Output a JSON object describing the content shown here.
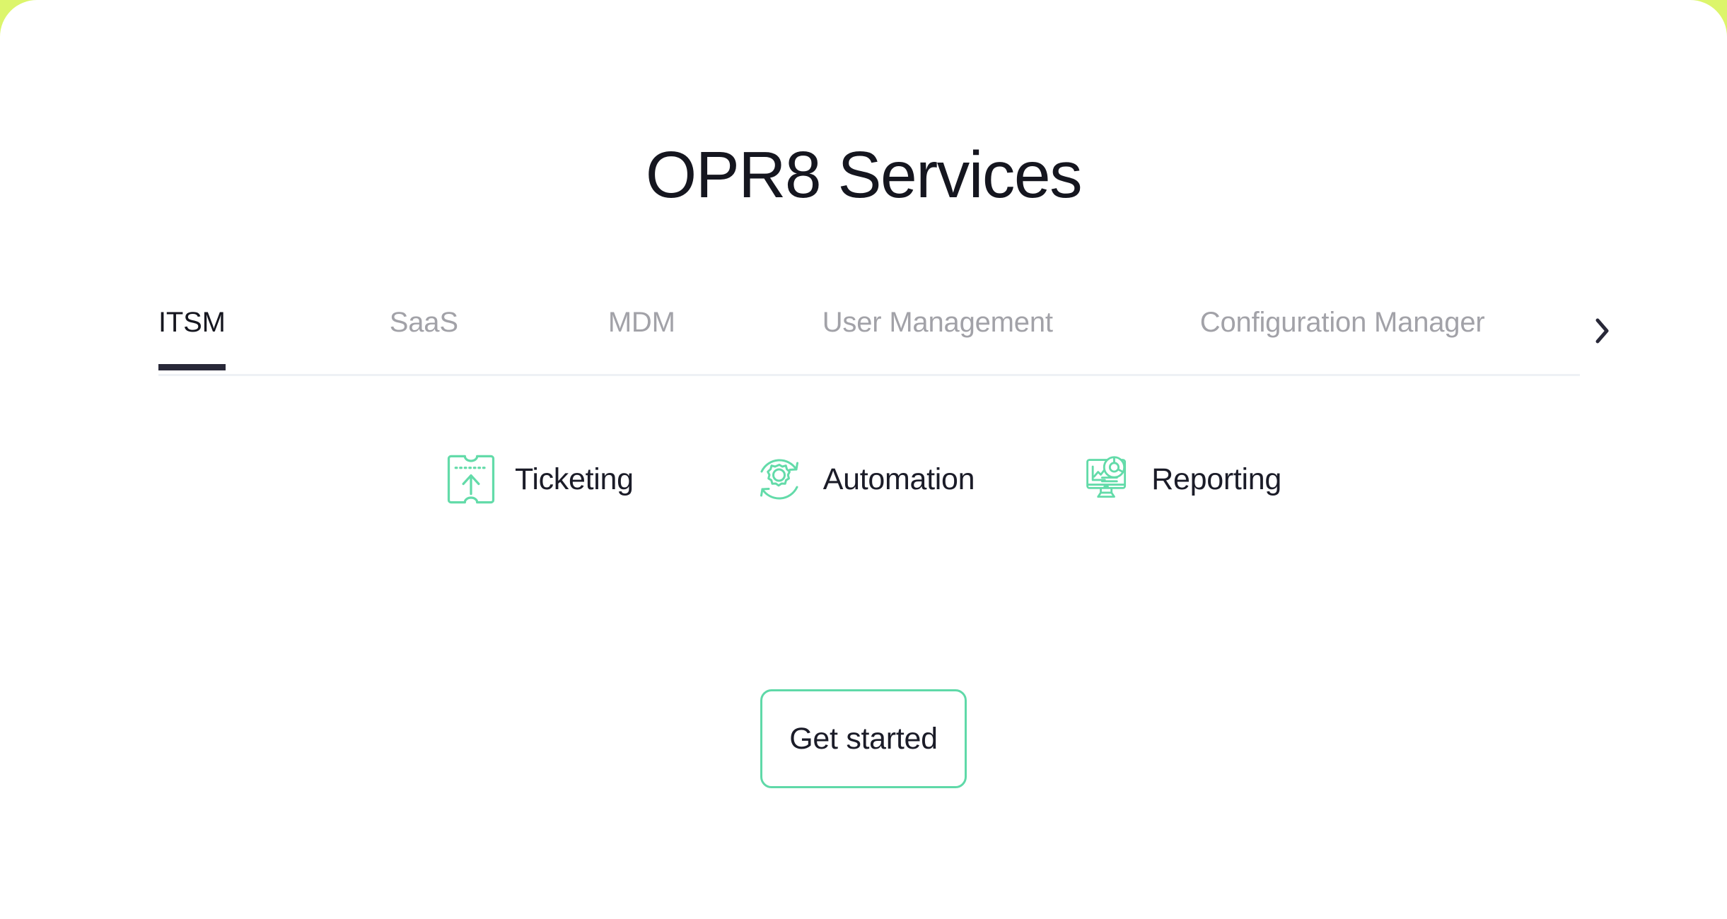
{
  "theme": {
    "page_background": "#dcf56b",
    "card_background": "#ffffff",
    "accent_mint": "#5fd9a8",
    "text_dark": "#15161f",
    "text_muted": "#a2a2a8",
    "active_underline": "#282838",
    "divider": "#eef1f5"
  },
  "header": {
    "title": "OPR8 Services"
  },
  "tabs": {
    "items": [
      {
        "label": "ITSM",
        "active": true
      },
      {
        "label": "SaaS",
        "active": false
      },
      {
        "label": "MDM",
        "active": false
      },
      {
        "label": "User Management",
        "active": false
      },
      {
        "label": "Configuration Manager",
        "active": false
      }
    ],
    "scroll_next_icon": "chevron-right-icon"
  },
  "features": [
    {
      "label": "Ticketing",
      "icon": "ticket-icon"
    },
    {
      "label": "Automation",
      "icon": "gear-refresh-icon"
    },
    {
      "label": "Reporting",
      "icon": "monitor-chart-icon"
    }
  ],
  "cta": {
    "label": "Get started"
  }
}
